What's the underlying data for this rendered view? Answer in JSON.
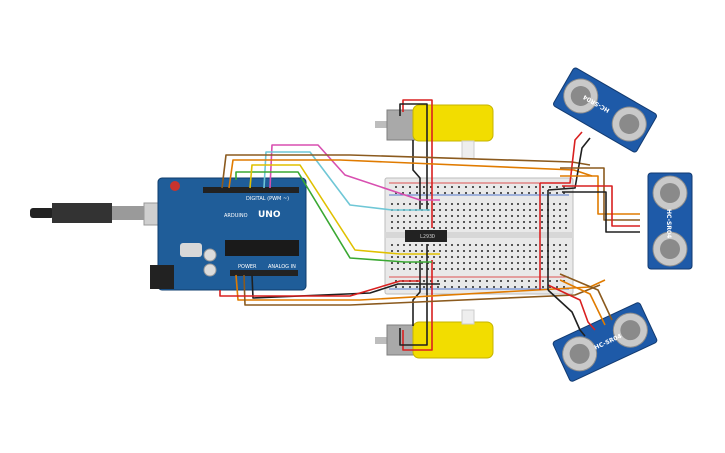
{
  "arduino": {
    "board_name": "UNO",
    "brand": "ARDUINO",
    "digital_label": "DIGITAL (PWM ~)",
    "power_label": "POWER",
    "analog_label": "ANALOG IN"
  },
  "driver_chip": {
    "label": "L293D"
  },
  "sensors": [
    {
      "label": "HC-SR04"
    },
    {
      "label": "HC-SR04"
    },
    {
      "label": "HC-SR04"
    }
  ],
  "colors": {
    "board": "#1f5d99",
    "breadboard": "#e9e9e9",
    "motor": "#f2dd00",
    "sensor": "#1e5aa8",
    "wire_red": "#d92020",
    "wire_black": "#202020",
    "wire_orange": "#e07b00",
    "wire_brown": "#8b5a1e",
    "wire_yellow": "#e0c000",
    "wire_green": "#3aa832",
    "wire_pink": "#d84fb0",
    "wire_cyan": "#6fc7d6"
  }
}
